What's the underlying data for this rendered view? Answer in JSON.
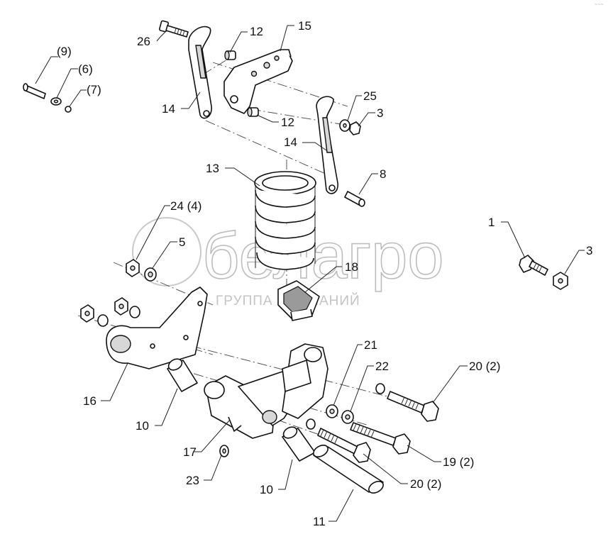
{
  "watermark": {
    "brand": "белагро",
    "subtitle": "ГРУППА КОМПАНИЙ"
  },
  "corner_mark": "~~~",
  "callouts": [
    {
      "id": "c26",
      "text": "26"
    },
    {
      "id": "c12a",
      "text": "12"
    },
    {
      "id": "c15",
      "text": "15"
    },
    {
      "id": "c9",
      "text": "(9)"
    },
    {
      "id": "c6",
      "text": "(6)"
    },
    {
      "id": "c7",
      "text": "(7)"
    },
    {
      "id": "c14a",
      "text": "14"
    },
    {
      "id": "c12b",
      "text": "12"
    },
    {
      "id": "c25",
      "text": "25"
    },
    {
      "id": "c3a",
      "text": "3"
    },
    {
      "id": "c14b",
      "text": "14"
    },
    {
      "id": "c13",
      "text": "13"
    },
    {
      "id": "c8",
      "text": "8"
    },
    {
      "id": "c24",
      "text": "24 (4)"
    },
    {
      "id": "c1",
      "text": "1"
    },
    {
      "id": "c5",
      "text": "5"
    },
    {
      "id": "c3b",
      "text": "3"
    },
    {
      "id": "c18",
      "text": "18"
    },
    {
      "id": "c21",
      "text": "21"
    },
    {
      "id": "c20a",
      "text": "20 (2)"
    },
    {
      "id": "c22",
      "text": "22"
    },
    {
      "id": "c16",
      "text": "16"
    },
    {
      "id": "c10a",
      "text": "10"
    },
    {
      "id": "c17",
      "text": "17"
    },
    {
      "id": "c19",
      "text": "19 (2)"
    },
    {
      "id": "c23",
      "text": "23"
    },
    {
      "id": "c20b",
      "text": "20 (2)"
    },
    {
      "id": "c10b",
      "text": "10"
    },
    {
      "id": "c11",
      "text": "11"
    }
  ]
}
